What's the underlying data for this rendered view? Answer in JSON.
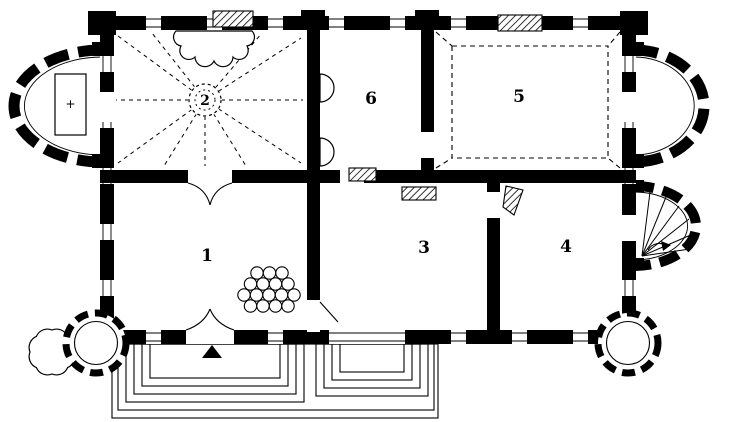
{
  "plan": {
    "kind": "floor-plan",
    "rooms": [
      {
        "number": "1"
      },
      {
        "number": "2"
      },
      {
        "number": "3"
      },
      {
        "number": "4"
      },
      {
        "number": "5"
      },
      {
        "number": "6"
      }
    ],
    "marks": {
      "altar_cross": "+",
      "entrance_marker": "triangle-up"
    }
  },
  "colors": {
    "ink": "#000000",
    "paper": "#ffffff"
  }
}
